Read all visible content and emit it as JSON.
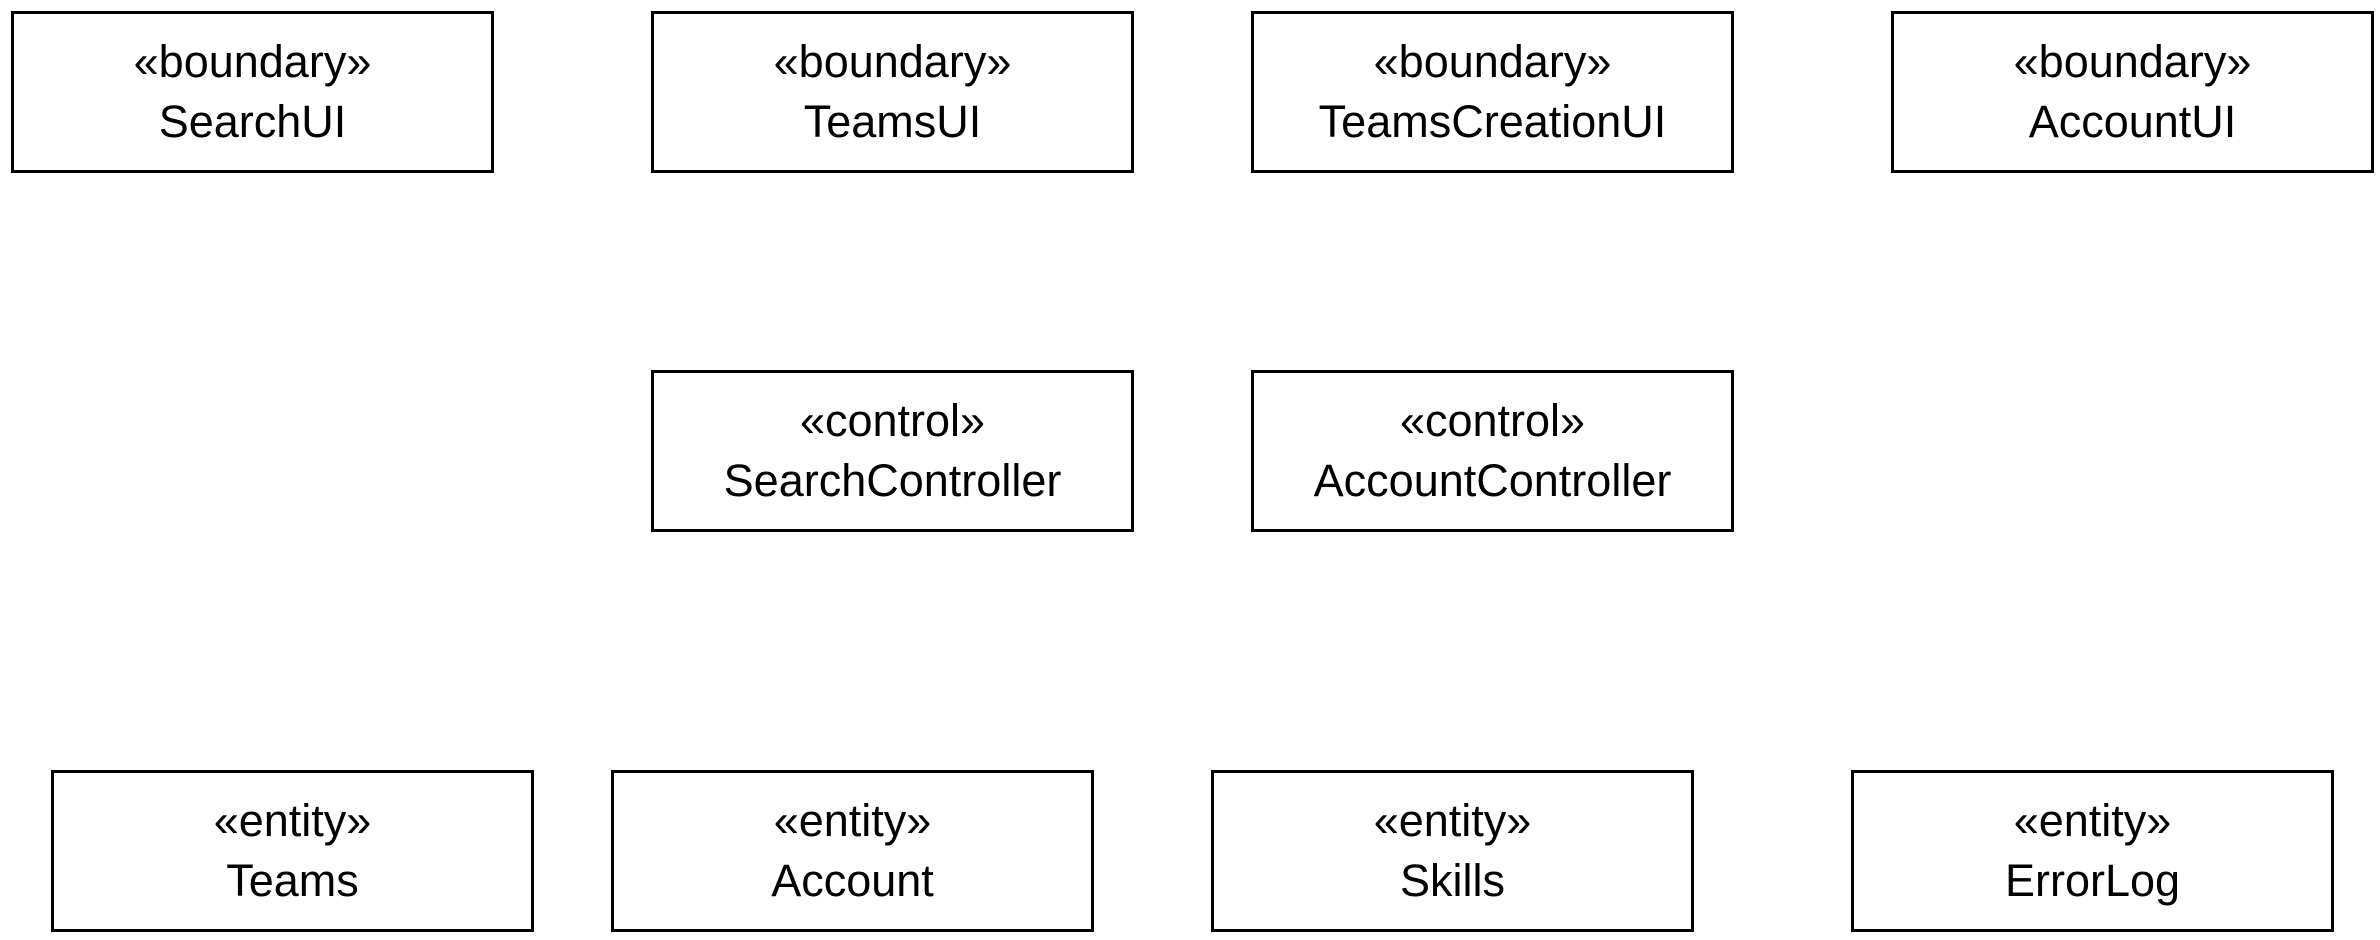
{
  "boundaries": [
    {
      "stereotype": "«boundary»",
      "name": "SearchUI"
    },
    {
      "stereotype": "«boundary»",
      "name": "TeamsUI"
    },
    {
      "stereotype": "«boundary»",
      "name": "TeamsCreationUI"
    },
    {
      "stereotype": "«boundary»",
      "name": "AccountUI"
    }
  ],
  "controls": [
    {
      "stereotype": "«control»",
      "name": "SearchController"
    },
    {
      "stereotype": "«control»",
      "name": "AccountController"
    }
  ],
  "entities": [
    {
      "stereotype": "«entity»",
      "name": "Teams"
    },
    {
      "stereotype": "«entity»",
      "name": "Account"
    },
    {
      "stereotype": "«entity»",
      "name": "Skills"
    },
    {
      "stereotype": "«entity»",
      "name": "ErrorLog"
    }
  ],
  "colors": {
    "background": "#ffffff",
    "stroke": "#000000",
    "text": "#000000"
  }
}
